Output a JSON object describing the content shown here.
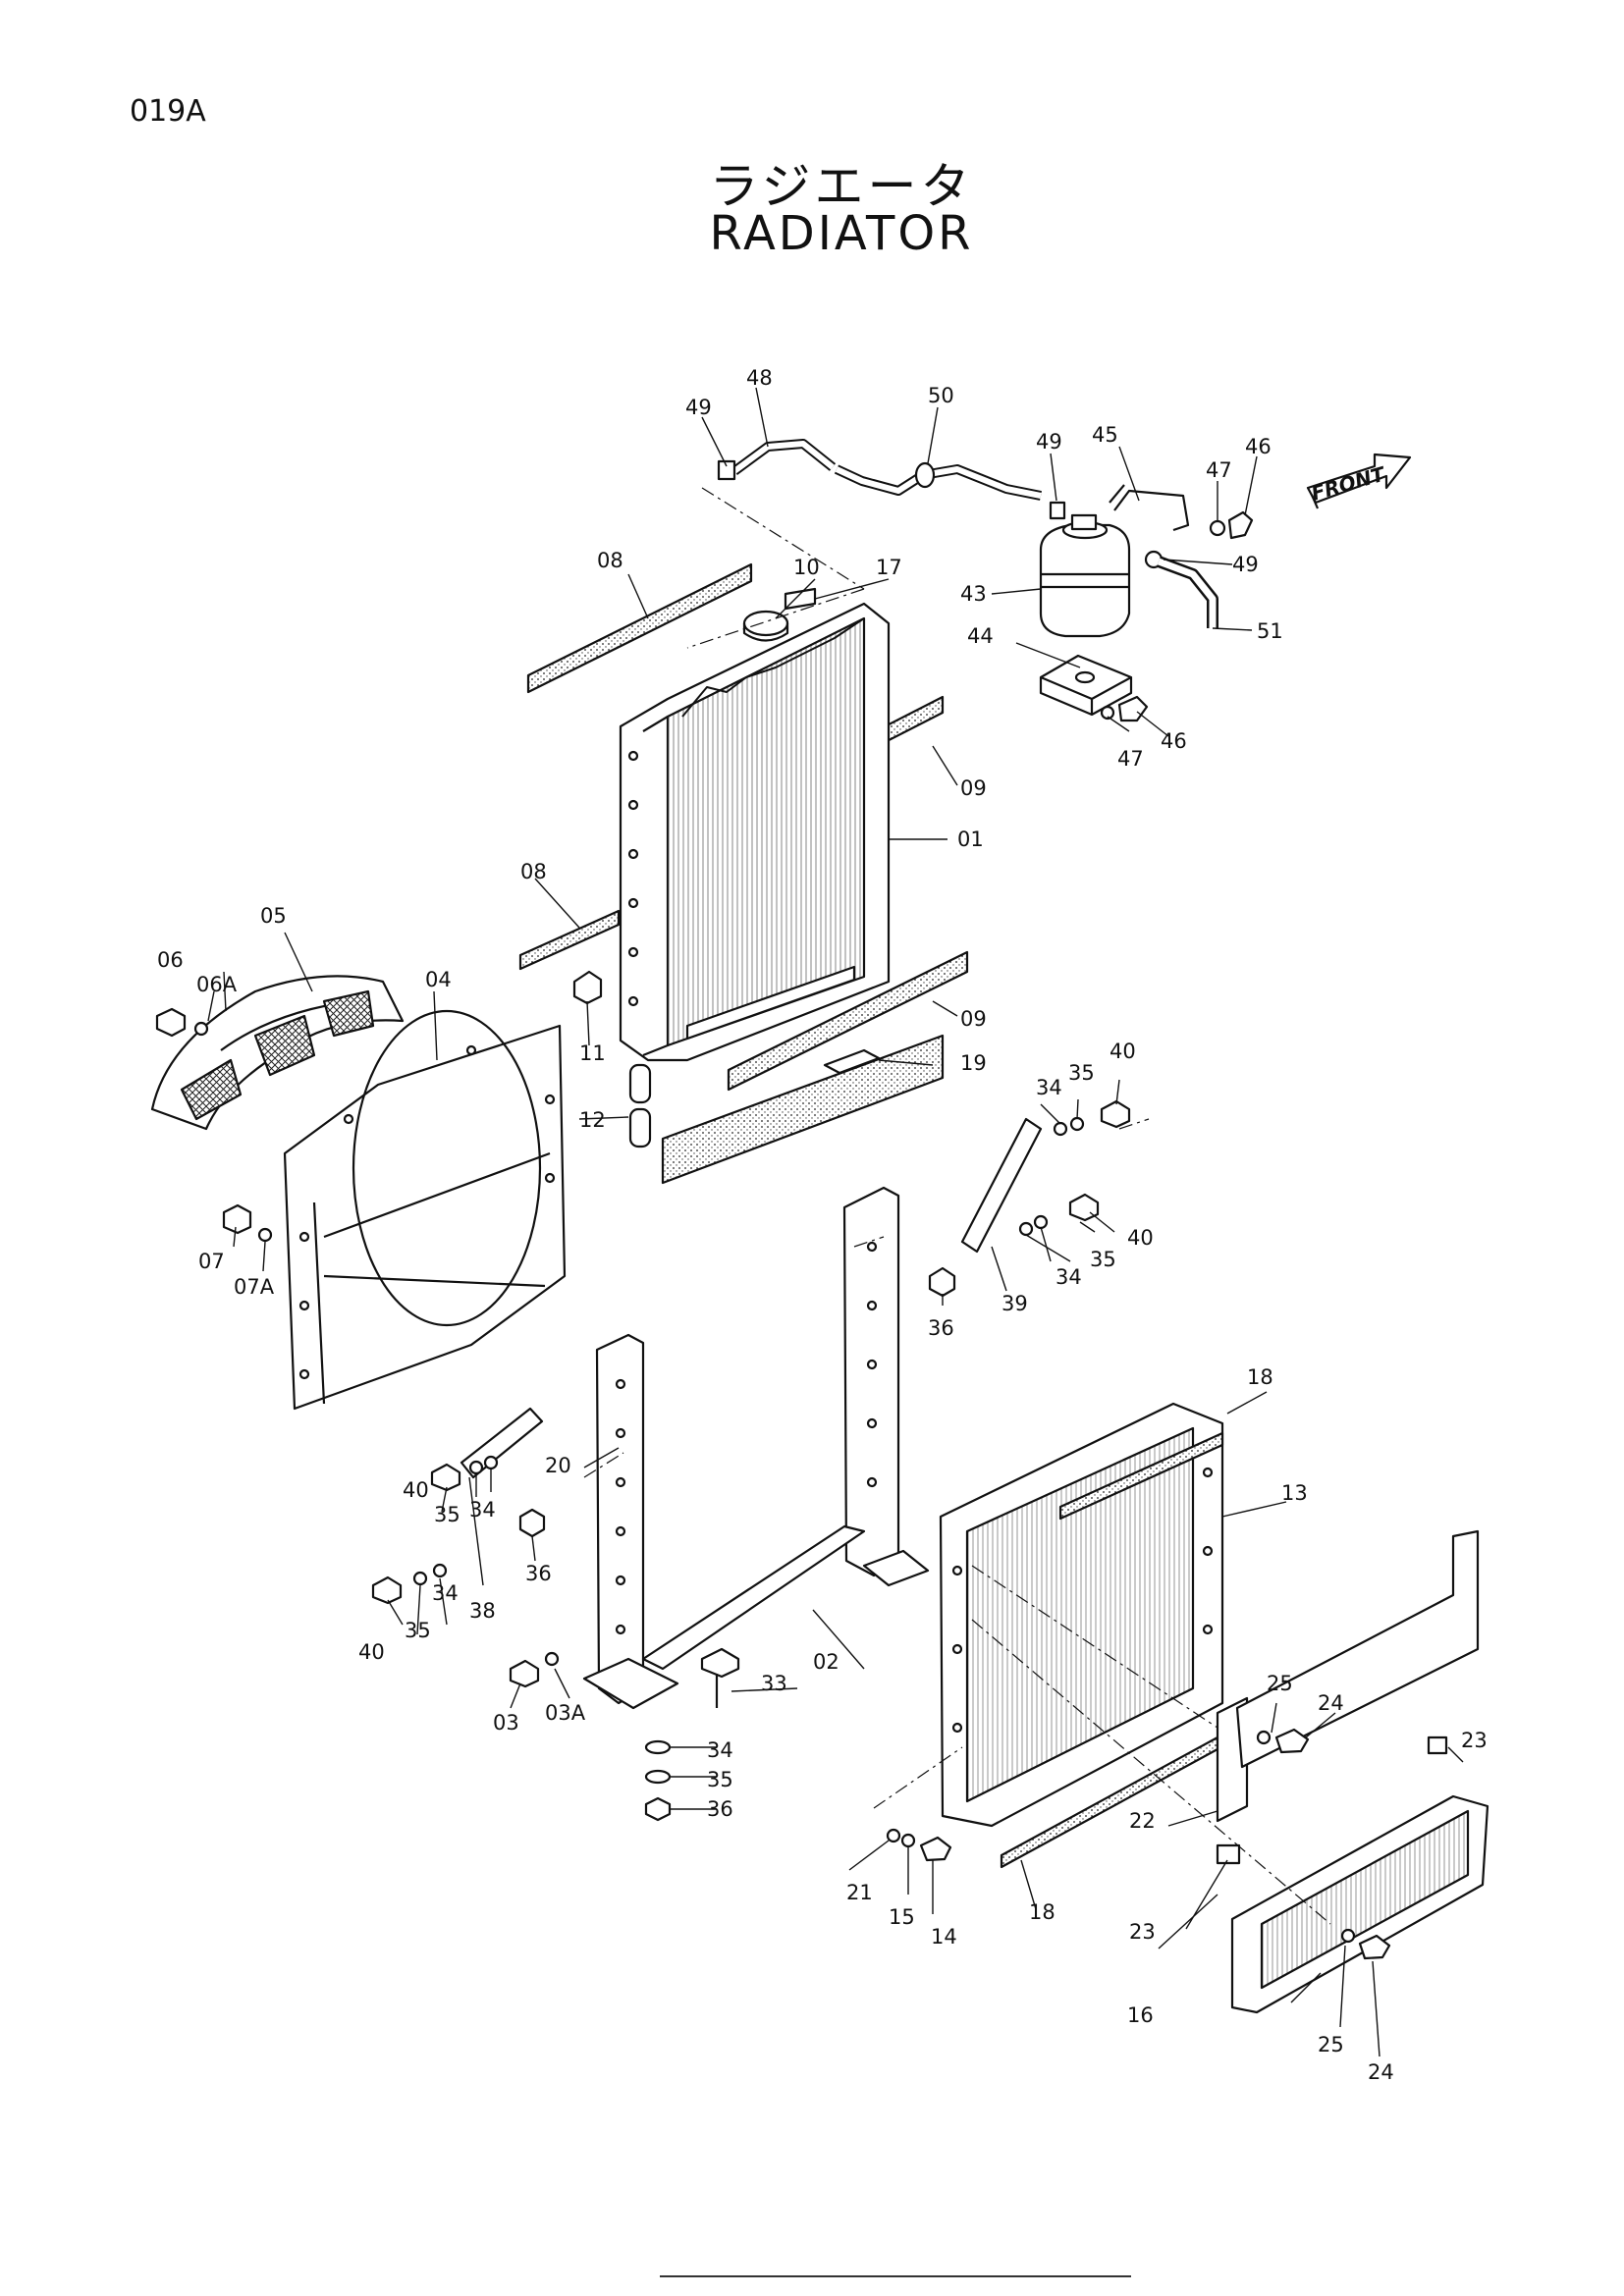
{
  "page_code": "019A",
  "title": {
    "japanese": "ラジエータ",
    "english": "RADIATOR"
  },
  "front_marker": "FRONT",
  "part_labels": {
    "p01": "01",
    "p02": "02",
    "p03": "03",
    "p03a": "03A",
    "p04": "04",
    "p05": "05",
    "p06": "06",
    "p06a": "06A",
    "p07": "07",
    "p07a": "07A",
    "p08a": "08",
    "p08b": "08",
    "p09a": "09",
    "p09b": "09",
    "p10": "10",
    "p11": "11",
    "p12": "12",
    "p13": "13",
    "p14": "14",
    "p15": "15",
    "p16": "16",
    "p17": "17",
    "p18a": "18",
    "p18b": "18",
    "p19": "19",
    "p20": "20",
    "p21": "21",
    "p22": "22",
    "p23a": "23",
    "p23b": "23",
    "p24a": "24",
    "p24b": "24",
    "p25a": "25",
    "p25b": "25",
    "p33": "33",
    "p34a": "34",
    "p34b": "34",
    "p34c": "34",
    "p34d": "34",
    "p34e": "34",
    "p35a": "35",
    "p35b": "35",
    "p35c": "35",
    "p35d": "35",
    "p35e": "35",
    "p36a": "36",
    "p36b": "36",
    "p36c": "36",
    "p38": "38",
    "p39": "39",
    "p40a": "40",
    "p40b": "40",
    "p40c": "40",
    "p40d": "40",
    "p43": "43",
    "p44": "44",
    "p45": "45",
    "p46a": "46",
    "p46b": "46",
    "p47a": "47",
    "p47b": "47",
    "p48": "48",
    "p49a": "49",
    "p49b": "49",
    "p49c": "49",
    "p50": "50",
    "p51": "51"
  }
}
